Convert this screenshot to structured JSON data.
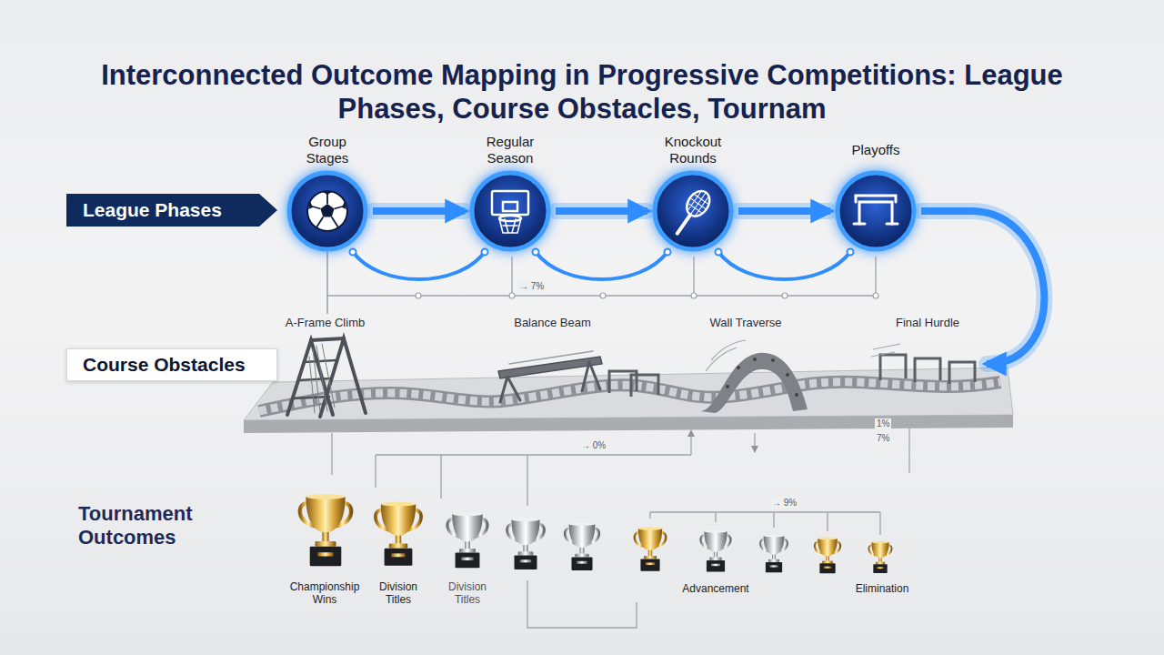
{
  "diagram": {
    "title": "Interconnected Outcome Mapping in Progressive Competitions: League Phases, Course Obstacles, Tournam",
    "nodes": [
      {
        "text": [
          "League Phases"
        ]
      },
      {
        "text": [
          "Group Stages"
        ]
      },
      {
        "text": [
          "Regular Season"
        ]
      },
      {
        "text": [
          "Knockout Rounds"
        ]
      },
      {
        "text": [
          "Playoffs"
        ]
      },
      {
        "text": [
          "Course Obstacles"
        ]
      },
      {
        "text": [
          "A-Frame Climb"
        ]
      },
      {
        "text": [
          "Balance Beam"
        ]
      },
      {
        "text": [
          "Wall Traverse"
        ]
      },
      {
        "text": [
          "Final Hurdle"
        ]
      }
    ],
    "edges": [
      {
        "from": 1,
        "to": 2,
        "arrow": "to"
      },
      {
        "from": 2,
        "to": 3,
        "arrow": "to"
      },
      {
        "from": 3,
        "to": 4,
        "arrow": "to"
      },
      {
        "from": 4,
        "to": 9,
        "arrow": "to"
      },
      {
        "from": 1,
        "to": 2,
        "arrow": "none"
      },
      {
        "from": 2,
        "to": 3,
        "arrow": "none"
      },
      {
        "from": 3,
        "to": 4,
        "arrow": "none"
      },
      {
        "from": 1,
        "to": 6,
        "arrow": "none"
      }
    ],
    "labels": [
      "→ 7%",
      "→ 0%",
      "1%",
      "7%",
      "→ 9%",
      "Tournament Outcomes",
      "Championship Wins",
      "Division Titles",
      "Division Titles",
      "Advancement",
      "Elimination"
    ]
  }
}
